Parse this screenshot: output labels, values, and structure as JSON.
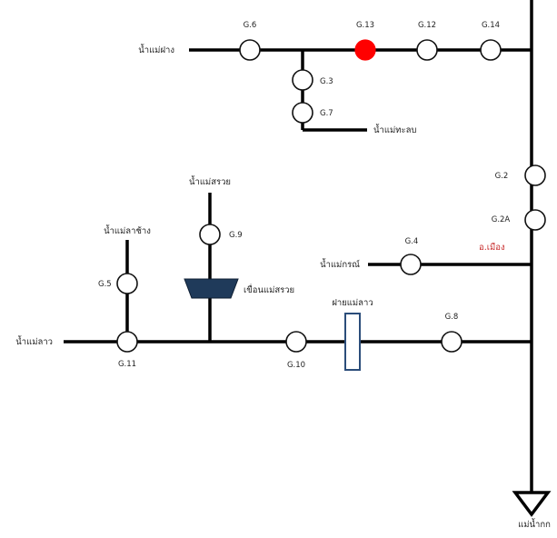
{
  "colors": {
    "line": "#000000",
    "station_fill": "#ffffff",
    "station_active_fill": "#ff0000",
    "dam_fill": "#1f3a5a",
    "weir_stroke": "#2b4d7a",
    "district_label": "#c62828"
  },
  "stations": [
    {
      "id": "G.6",
      "label": "G.6"
    },
    {
      "id": "G.13",
      "label": "G.13",
      "highlighted": true
    },
    {
      "id": "G.12",
      "label": "G.12"
    },
    {
      "id": "G.14",
      "label": "G.14"
    },
    {
      "id": "G.3",
      "label": "G.3"
    },
    {
      "id": "G.7",
      "label": "G.7"
    },
    {
      "id": "G.2",
      "label": "G.2"
    },
    {
      "id": "G.2A",
      "label": "G.2A"
    },
    {
      "id": "G.9",
      "label": "G.9"
    },
    {
      "id": "G.5",
      "label": "G.5"
    },
    {
      "id": "G.4",
      "label": "G.4"
    },
    {
      "id": "G.8",
      "label": "G.8"
    },
    {
      "id": "G.11",
      "label": "G.11"
    },
    {
      "id": "G.10",
      "label": "G.10"
    }
  ],
  "rivers": {
    "mae_pan": "น้ำแม่ฝาง",
    "mae_takhop": "น้ำแม่ทะลบ",
    "mae_suai_top": "น้ำแม่สรวย",
    "mae_lao_chang": "น้ำแม่ลาช้าง",
    "mae_korn": "น้ำแม่กรณ์",
    "mae_lao": "น้ำแม่ลาว",
    "mae_kok": "แม่น้ำกก"
  },
  "structures": {
    "dam_label": "เขื่อนแม่สรวย",
    "weir_label": "ฝายแม่ลาว"
  },
  "district_label": "อ.เมือง"
}
